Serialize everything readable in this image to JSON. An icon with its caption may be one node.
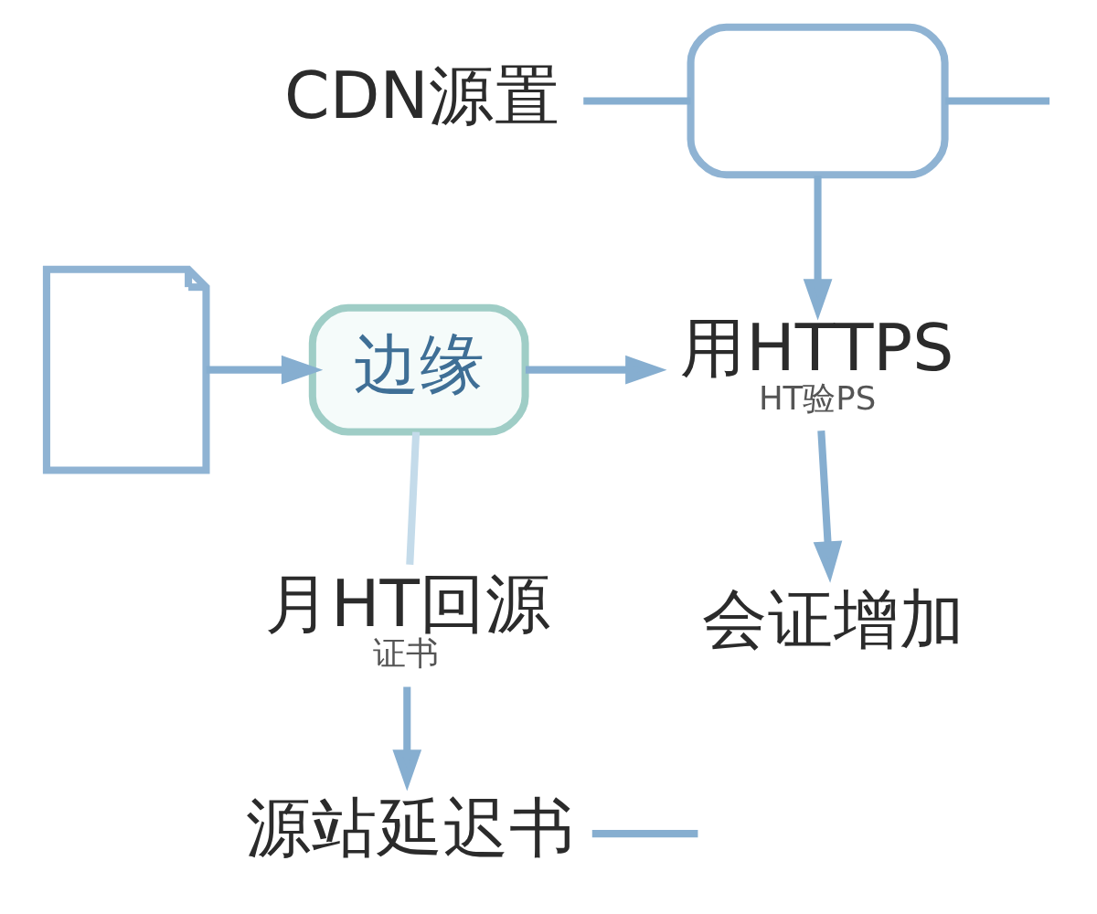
{
  "diagram": {
    "nodes": [
      {
        "text": [],
        "shape": "picture"
      },
      {
        "text": [
          "边缘"
        ]
      },
      {
        "text": [
          "CDN源置"
        ]
      },
      {
        "text": [],
        "shape": "box"
      },
      {
        "text": [
          "用HTTPS",
          "HT验PS"
        ]
      },
      {
        "text": [
          "月HT回源",
          "证书"
        ]
      },
      {
        "text": [
          "会证增加"
        ]
      },
      {
        "text": [
          "源站延迟书"
        ]
      }
    ],
    "edges": [
      {
        "from": 0,
        "to": 1,
        "arrow": "to"
      },
      {
        "from": 1,
        "to": 4,
        "arrow": "to"
      },
      {
        "from": 2,
        "to": 3,
        "arrow": "none"
      },
      {
        "from": 3,
        "to": null,
        "arrow": "none"
      },
      {
        "from": 3,
        "to": 4,
        "arrow": "to"
      },
      {
        "from": 4,
        "to": 6,
        "arrow": "to"
      },
      {
        "from": 1,
        "to": 5,
        "arrow": "none",
        "color": "#c4dbea"
      },
      {
        "from": 5,
        "to": 7,
        "arrow": "to"
      },
      {
        "from": 7,
        "to": null,
        "arrow": "none"
      }
    ]
  }
}
